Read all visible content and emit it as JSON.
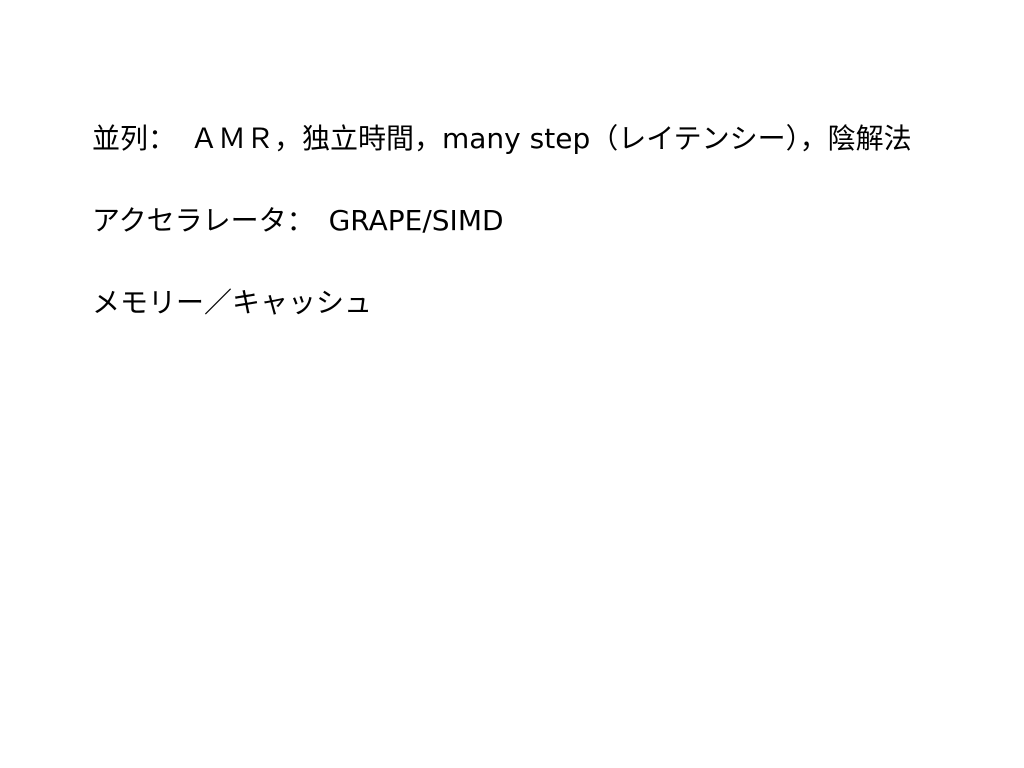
{
  "slide": {
    "lines": [
      "並列：　ＡＭＲ，独立時間，many step（レイテンシー），陰解法",
      "アクセラレータ：　GRAPE/SIMD",
      "メモリー／キャッシュ"
    ]
  },
  "colors": {
    "background": "#ffffff",
    "text": "#000000"
  }
}
